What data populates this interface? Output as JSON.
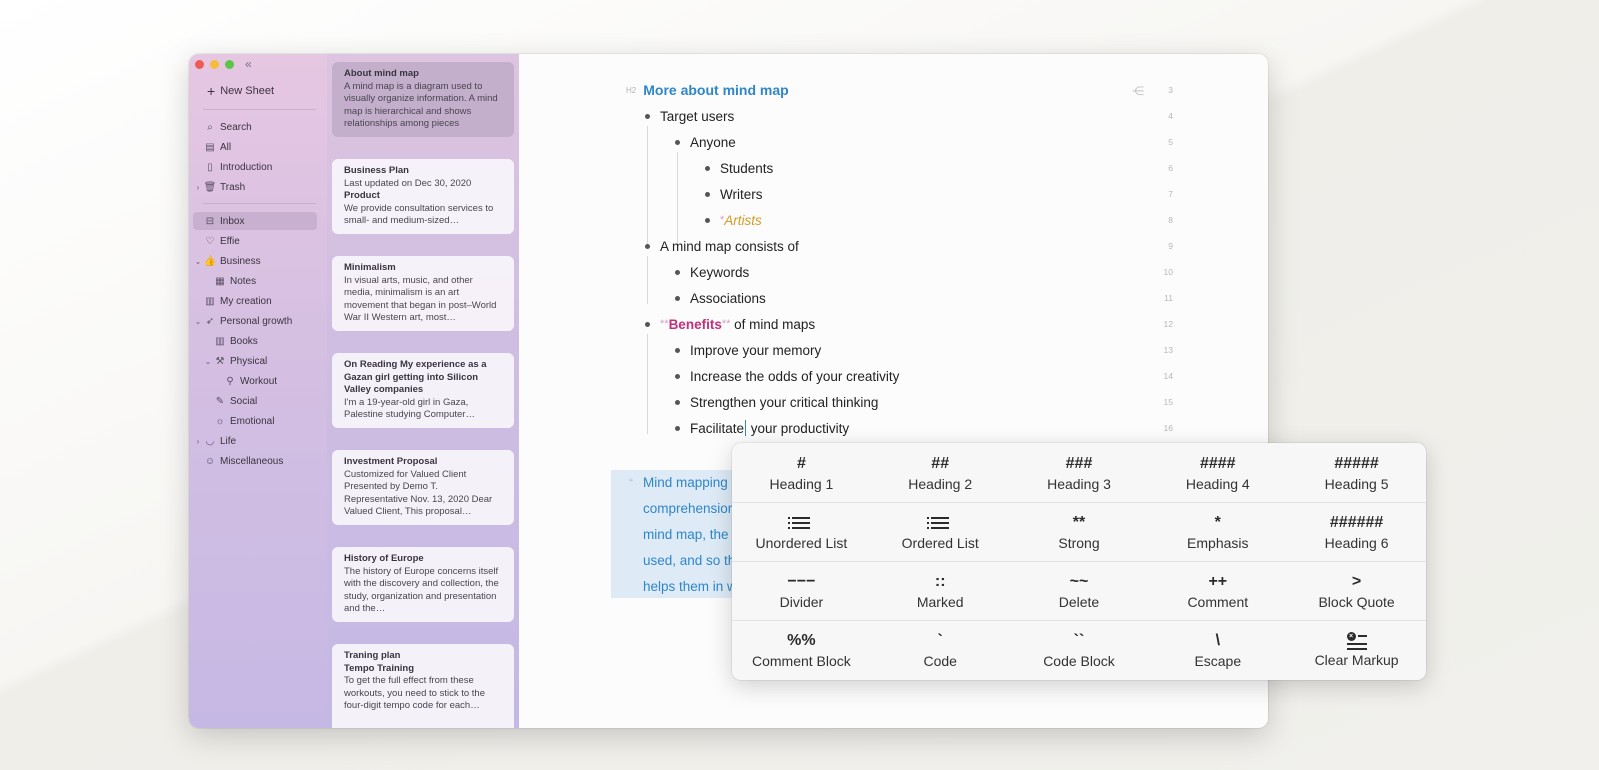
{
  "sidebar": {
    "new_sheet": "New Sheet",
    "top_items": [
      {
        "label": "Search",
        "icon": "search-icon"
      },
      {
        "label": "All",
        "icon": "sheets-icon"
      },
      {
        "label": "Introduction",
        "icon": "document-icon"
      },
      {
        "label": "Trash",
        "icon": "trash-icon"
      }
    ],
    "groups": [
      {
        "label": "Inbox",
        "icon": "inbox-icon"
      },
      {
        "label": "Effie",
        "icon": "heart-icon"
      },
      {
        "label": "Business",
        "icon": "thumbs-up-icon"
      },
      {
        "label": "Notes",
        "icon": "grid-icon"
      },
      {
        "label": "My creation",
        "icon": "library-icon"
      },
      {
        "label": "Personal growth",
        "icon": "rocket-icon"
      },
      {
        "label": "Books",
        "icon": "books-icon"
      },
      {
        "label": "Physical",
        "icon": "dumbbell-icon"
      },
      {
        "label": "Workout",
        "icon": "bicycle-icon"
      },
      {
        "label": "Social",
        "icon": "paint-icon"
      },
      {
        "label": "Emotional",
        "icon": "sun-icon"
      },
      {
        "label": "Life",
        "icon": "bowl-icon"
      },
      {
        "label": "Miscellaneous",
        "icon": "smiley-icon"
      }
    ]
  },
  "notes": [
    {
      "title": "About mind map",
      "sub": "",
      "body": "A mind map is a diagram used to visually organize information. A mind map is hierarchical and shows relationships among pieces"
    },
    {
      "title": "Business Plan",
      "sub": "Product",
      "meta": "Last updated on Dec 30, 2020",
      "body": "We provide consultation services to small- and medium-sized…"
    },
    {
      "title": "Minimalism",
      "sub": "",
      "body": "In visual arts, music, and other media, minimalism is an art movement that began in post–World War II Western art, most…"
    },
    {
      "title": "On Reading My experience as a Gazan girl getting into Silicon Valley companies",
      "sub": "",
      "body": "I'm a 19-year-old girl in Gaza, Palestine studying Computer…"
    },
    {
      "title": "Investment Proposal",
      "sub": "",
      "body": "Customized for Valued Client Presented by Demo T. Representative Nov. 13, 2020 Dear Valued Client, This proposal…"
    },
    {
      "title": "History of Europe",
      "sub": "",
      "body": "The history of Europe concerns itself with the discovery and collection, the study, organization and presentation and the…"
    },
    {
      "title": "Traning plan",
      "sub": "Tempo Training",
      "body": "To get the full effect from these workouts, you need to stick to the four-digit tempo code for each…"
    }
  ],
  "editor": {
    "h2_tag": "H2",
    "heading": "More about mind map",
    "lines": [
      {
        "text": "Target users",
        "no": "4"
      },
      {
        "text": "Anyone",
        "no": "5"
      },
      {
        "text": "Students",
        "no": "6"
      },
      {
        "text": "Writers",
        "no": "7"
      },
      {
        "text": "Artists",
        "mark": "*",
        "no": "8"
      },
      {
        "text": "A mind map consists of",
        "no": "9"
      },
      {
        "text": "Keywords",
        "no": "10"
      },
      {
        "text": "Associations",
        "no": "11"
      },
      {
        "text": "Benefits",
        "mark": "**",
        "rest": " of mind maps",
        "no": "12"
      },
      {
        "text": "Improve your memory",
        "no": "13"
      },
      {
        "text": "Increase the odds of your creativity",
        "no": "14"
      },
      {
        "text": "Strengthen your critical thinking",
        "no": "15"
      },
      {
        "text_before": "Facilitate",
        "text_after": " your productivity",
        "no": "16"
      }
    ],
    "heading_no": "3",
    "quote_lines": [
      "Mind mapping",
      "comprehension",
      "mind map, the",
      "used, and so th",
      "helps them in w"
    ],
    "quote_mark": "“"
  },
  "popup": {
    "rows": [
      [
        {
          "sym": "#",
          "label": "Heading 1"
        },
        {
          "sym": "##",
          "label": "Heading 2"
        },
        {
          "sym": "###",
          "label": "Heading 3"
        },
        {
          "sym": "####",
          "label": "Heading 4"
        },
        {
          "sym": "#####",
          "label": "Heading 5"
        }
      ],
      [
        {
          "sym": "",
          "label": "Unordered List",
          "icon": "unordered-list-icon"
        },
        {
          "sym": "",
          "label": "Ordered List",
          "icon": "ordered-list-icon"
        },
        {
          "sym": "**",
          "label": "Strong"
        },
        {
          "sym": "*",
          "label": "Emphasis"
        },
        {
          "sym": "######",
          "label": "Heading 6"
        }
      ],
      [
        {
          "sym": "−−−",
          "label": "Divider"
        },
        {
          "sym": "::",
          "label": "Marked"
        },
        {
          "sym": "~~",
          "label": "Delete"
        },
        {
          "sym": "++",
          "label": "Comment"
        },
        {
          "sym": ">",
          "label": "Block Quote"
        }
      ],
      [
        {
          "sym": "%%",
          "label": "Comment Block"
        },
        {
          "sym": "`",
          "label": "Code"
        },
        {
          "sym": "``",
          "label": "Code Block"
        },
        {
          "sym": "\\",
          "label": "Escape"
        },
        {
          "sym": "",
          "label": "Clear Markup",
          "icon": "clear-markup-icon"
        }
      ]
    ]
  }
}
